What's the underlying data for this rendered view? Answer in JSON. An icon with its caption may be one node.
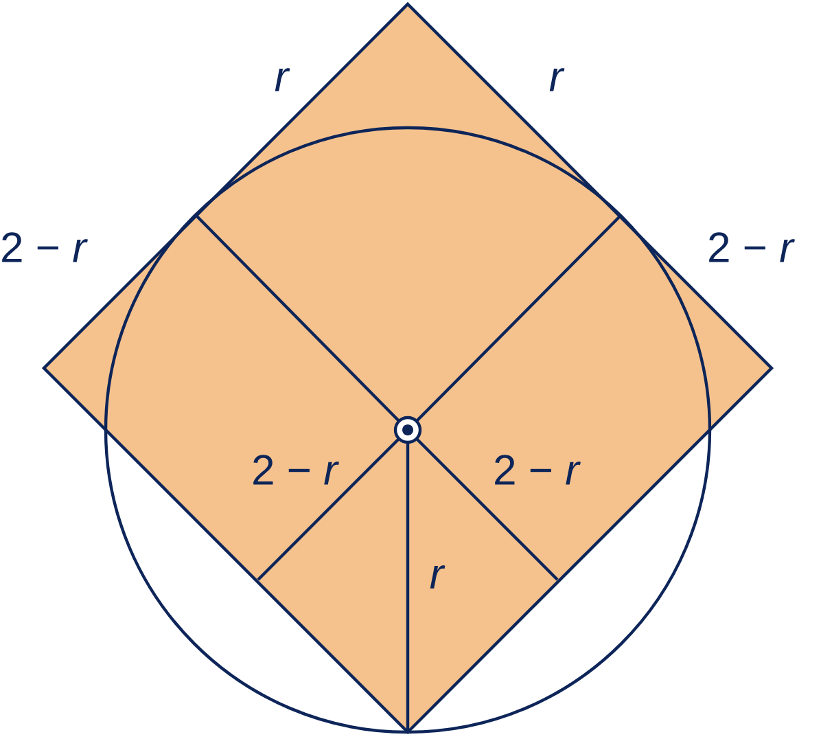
{
  "diagram": {
    "labels": [
      "r",
      "r",
      "2 − *r*",
      "2 − *r*",
      "2 − *r*",
      "2 − *r*",
      "r"
    ]
  }
}
